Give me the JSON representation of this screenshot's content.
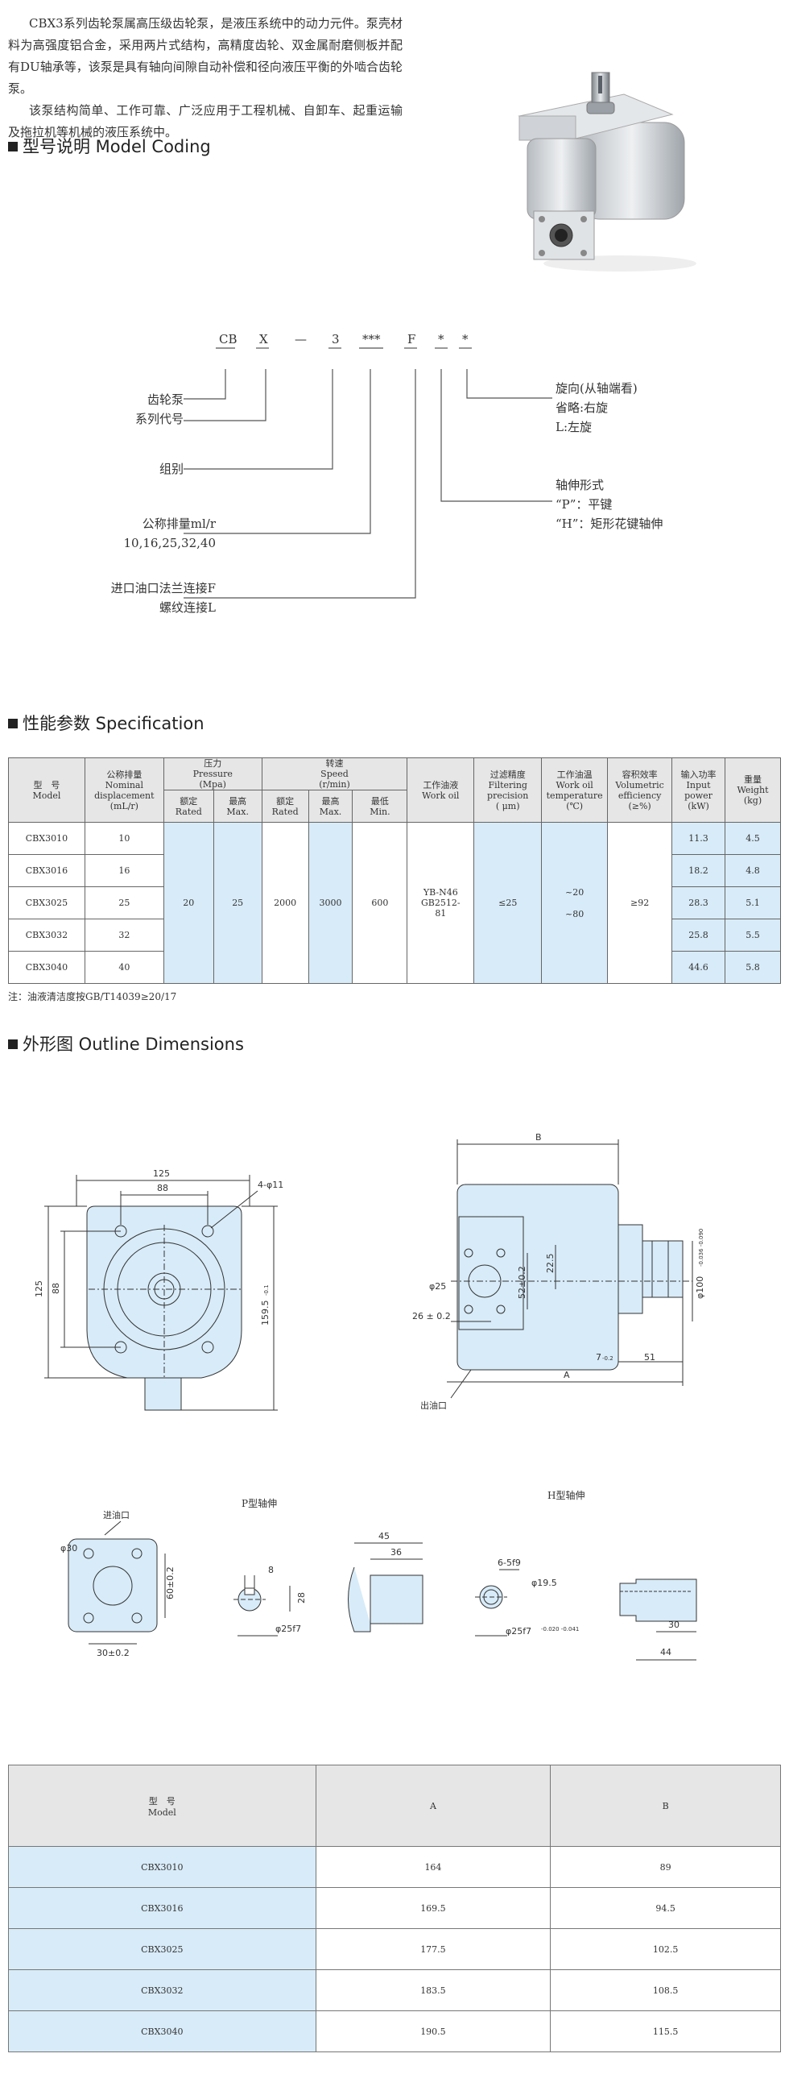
{
  "intro": {
    "p1": "CBX3系列齿轮泵属高压级齿轮泵，是液压系统中的动力元件。泵壳材料为高强度铝合金，采用两片式结构，高精度齿轮、双金属耐磨侧板并配有DU轴承等，该泵是具有轴向间隙自动补偿和径向液压平衡的外啮合齿轮泵。",
    "p2": "该泵结构简单、工作可靠、广泛应用于工程机械、自卸车、起重运输及拖拉机等机械的液压系统中。"
  },
  "sections": {
    "model_coding": "型号说明 Model Coding",
    "specification": "性能参数 Specification",
    "outline": "外形图 Outline Dimensions"
  },
  "coding": {
    "parts": [
      "CB",
      "X",
      "—",
      "3",
      "***",
      "F",
      "*",
      "*"
    ],
    "left_labels": [
      {
        "l1": "齿轮泵",
        "l2": "系列代号"
      },
      {
        "l1": "组别",
        "l2": ""
      },
      {
        "l1": "公称排量ml/r",
        "l2": "10,16,25,32,40"
      },
      {
        "l1": "进口油口法兰连接F",
        "l2": "螺纹连接L"
      }
    ],
    "right_rotation": {
      "l1": "旋向(从轴端看)",
      "l2": "省略:右旋",
      "l3": "L:左旋"
    },
    "right_shaft": {
      "l1": "轴伸形式",
      "l2": "“P”：平键",
      "l3": "“H”：矩形花键轴伸"
    }
  },
  "spec": {
    "headers": {
      "model": "型　号",
      "model_en": "Model",
      "disp": "公称排量",
      "disp_en1": "Nominal",
      "disp_en2": "displacement",
      "disp_unit": "(mL/r)",
      "pressure": "压力",
      "pressure_en": "Pressure",
      "pressure_unit": "(Mpa)",
      "speed": "转速",
      "speed_en": "Speed",
      "speed_unit": "(r/min)",
      "rated": "额定",
      "rated_en": "Rated",
      "max": "最高",
      "max_en": "Max.",
      "min": "最低",
      "min_en": "Min.",
      "oil": "工作油液",
      "oil_en": "Work oil",
      "filter": "过滤精度",
      "filter_en1": "Filtering",
      "filter_en2": "precision",
      "filter_unit": "( μm)",
      "temp": "工作油温",
      "temp_en1": "Work oil",
      "temp_en2": "temperature",
      "temp_unit": "(℃)",
      "eff": "容积效率",
      "eff_en1": "Volumetric",
      "eff_en2": "efficiency",
      "eff_unit": "(≥%)",
      "power": "输入功率",
      "power_en1": "Input",
      "power_en2": "power",
      "power_unit": "(kW)",
      "weight": "重量",
      "weight_en": "Weight",
      "weight_unit": "(kg)"
    },
    "rows": [
      {
        "model": "CBX3010",
        "disp": "10",
        "power": "11.3",
        "weight": "4.5"
      },
      {
        "model": "CBX3016",
        "disp": "16",
        "power": "18.2",
        "weight": "4.8"
      },
      {
        "model": "CBX3025",
        "disp": "25",
        "power": "28.3",
        "weight": "5.1"
      },
      {
        "model": "CBX3032",
        "disp": "32",
        "power": "25.8",
        "weight": "5.5"
      },
      {
        "model": "CBX3040",
        "disp": "40",
        "power": "44.6",
        "weight": "5.8"
      }
    ],
    "shared": {
      "p_rated": "20",
      "p_max": "25",
      "s_rated": "2000",
      "s_max": "3000",
      "s_min": "600",
      "oil_l1": "YB-N46",
      "oil_l2": "GB2512-",
      "oil_l3": "81",
      "filter": "≤25",
      "temp_l1": "~20",
      "temp_l2": "~80",
      "eff": "≥92"
    },
    "note": "注：油液清洁度按GB/T14039≥20/17"
  },
  "drawing": {
    "dims1": {
      "w125": "125",
      "w88": "88",
      "h125": "125",
      "h88": "88",
      "holes": "4-φ11",
      "h159": "159.5",
      "h159_tol": "-0.1"
    },
    "dims2": {
      "B": "B",
      "A": "A",
      "d25": "φ25",
      "d26": "26 ± 0.2",
      "d52": "52±0.2",
      "d225": "22.5",
      "d7": "7",
      "d7_tol": "-0.2",
      "d51": "51",
      "d100": "φ100",
      "d100_tol": "-0.036 -0.090",
      "outlet": "出油口"
    },
    "dims3": {
      "inlet": "进油口",
      "d30": "φ30",
      "d60": "60±0.2",
      "d30b": "30±0.2"
    },
    "p_shaft": {
      "title": "P型轴伸",
      "d8": "8",
      "d28": "28",
      "d25f7": "φ25f7",
      "d45": "45",
      "d36": "36"
    },
    "h_shaft": {
      "title": "H型轴伸",
      "spline": "6-5f9",
      "d195": "φ19.5",
      "d25f7": "φ25f7",
      "tol": "-0.020 -0.041",
      "d30": "30",
      "d44": "44"
    }
  },
  "dims_table": {
    "headers": {
      "model": "型　号",
      "model_en": "Model",
      "a": "A",
      "b": "B"
    },
    "rows": [
      {
        "model": "CBX3010",
        "a": "164",
        "b": "89"
      },
      {
        "model": "CBX3016",
        "a": "169.5",
        "b": "94.5"
      },
      {
        "model": "CBX3025",
        "a": "177.5",
        "b": "102.5"
      },
      {
        "model": "CBX3032",
        "a": "183.5",
        "b": "108.5"
      },
      {
        "model": "CBX3040",
        "a": "190.5",
        "b": "115.5"
      }
    ]
  }
}
